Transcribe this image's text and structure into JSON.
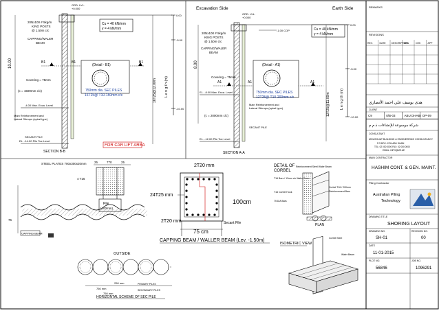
{
  "section_b": {
    "grd_lvl": "GRD. LVL.",
    "grd_val": "+0.000",
    "bars_label": "20Nx100 # 5kg/m",
    "king_posts": "KING POSTS",
    "king_spacing": "@ 1.50m c/c",
    "capping_beam": "CAPPING/WALER",
    "capping_beam2": "BEAM",
    "depth_left": "10.00",
    "cu": "Cu  =  40 kN/mm",
    "gamma": "γ   =  4 kN/mm",
    "detail_title": "(Detail - B1)",
    "pile_desc1": "750mm dia. SEC PILES",
    "pile_desc2": "16T25@ T10-150mm c/c",
    "covering": "Covering = 75mm",
    "spacing": "(c = 1500mm c/c)",
    "b1_left": "B1",
    "b1_mid": "B1",
    "b1_right": "B1",
    "max_exc": "-4.00  Max. Exca. Level",
    "main_reinf": "Main Reinforcement and",
    "lateral_stirrups": "Lateral Stirrups (spiral type)",
    "secant": "SECANT PILE",
    "pile_toe": "EL. -14.00  Pile Toe Level",
    "title": "SECTION B-B",
    "car_lift": "FOR CAR LIFT AREA",
    "len_label": "L e n g t h  (m)",
    "scale_top": "0.00",
    "scale_mid": "-5.00",
    "scale_bot": "-10.00",
    "len_val": "16T25@12.00m"
  },
  "section_a": {
    "exc_side": "Excavation Side",
    "earth_side": "Earth Side",
    "grd_lvl": "GRD. LVL.",
    "grd_val": "+0.000",
    "bars_label": "20Nx100 # 5kg/m",
    "king_posts": "KING POSTS",
    "king_spacing": "@ 1.50m c/c",
    "capping_beam": "CAPPING/WALER",
    "capping_beam2": "BEAM",
    "depth_left": "8.00",
    "cut_off": "-1.00 COP",
    "cu": "Cu  =  40 kN/mm",
    "gamma": "γ   =  4 kN/mm",
    "detail_title": "(Detail - A1)",
    "pile_desc1": "750mm dia. SEC PILES",
    "pile_desc2": "12T25@ T10-200mm c/c",
    "covering": "Covering = 75mm",
    "a1_left": "A1",
    "a1_mid": "A1",
    "a1_right": "A1",
    "max_exc": "EL. -8.00  Max. Exca. Level",
    "spacing": "(c = 2000mm c/c)",
    "main_reinf": "Main Reinforcement and",
    "lateral_stirrups": "Lateral Stirrups (spiral type)",
    "secant": "SECANT PILE",
    "pile_toe": "EL. -12.00  Pile Toe Level",
    "title": "SECTION A-A",
    "len_label": "L e n g t h  (m)",
    "scale_top": "0.00",
    "scale_mid": "-5.00",
    "scale_bot": "-10.00",
    "len_val": "12T25@11.00m"
  },
  "king_post": {
    "top_label": "STEEL PLATES 700x300x20mm",
    "dim_a": "25",
    "dim_b": "770",
    "dim_c": "25",
    "bars": "4 T16",
    "pile_lbl1": "Pile",
    "pile_lbl2": "(400mm)",
    "cap_note": "CAPPING BEAM",
    "dim_76": "76"
  },
  "capping": {
    "top_dim": "2T20 mm",
    "side_dim": "24T25 mm",
    "bot_dim": "2T20 mm",
    "height": "100cm",
    "width": "75 cm",
    "secant": "Secant Pile",
    "title": "CAPPING BEAM / WALLER BEAM (Lev. -1.50m)"
  },
  "corbel": {
    "title1": "DETAIL OF",
    "title2": "CORBEL",
    "note1": "Reinforcement Steel Waler Beam",
    "note2": "T16 Bars / 12mm c/c Waler Beam",
    "note3": "T16 Corbel Hook",
    "note4": "75 DIA  Bars",
    "note5": "Corbel T16 / 200mm",
    "note6": "Reinforcement Bars",
    "plan": "PLAN"
  },
  "iso": {
    "title": "ISOMETRIC VIEW",
    "note1": "Corbel Steel",
    "note2": "Waler Beam"
  },
  "outside": {
    "title": "OUTSIDE",
    "dim1": "750 mm",
    "dim2": "250 mm",
    "dim3": "750 mm",
    "caption": "HORIZONTAL SCHEME OF SEC PILE",
    "note1": "PRIMARY PILES",
    "note2": "SECONDARY PILES"
  },
  "title_block": {
    "remarks": "REMARKS",
    "revisions": "REVISIONS",
    "table_headers": [
      "REV.",
      "DATE",
      "DESCRIPTION",
      "DRN",
      "CHK",
      "APP"
    ],
    "arabic1": "هدى يوسف علي احمد الأنصاري",
    "client_label": "CLIENT",
    "codes": [
      "C9",
      "0/B-03",
      "ABU DHABI",
      "OP-09"
    ],
    "arabic2": "شركة موسوعة للإنشاءات ذ.م.م",
    "consultant": "CONSULTANT",
    "consultant_name": "MOUSOUAT BUILDING & ENGINEERING CONSULTANCY",
    "consultant_addr1": "P.O.BOX: 1234 ABU DHABI",
    "consultant_addr2": "TEL: 02 000 0000  FAX: 02 000 0000",
    "consultant_addr3": "EMAIL: INFO@ME.AE",
    "main_contractor": "MAIN CONTRACTOR",
    "contractor_name": "HASHIM CONT. & GEN. MAINT.",
    "piling": "Piling Contractor",
    "piling_name1": "Australian Piling",
    "piling_name2": "Technology",
    "drawing_title_label": "DRAWING TITLE",
    "drawing_title": "SHORING LAYOUT",
    "drawing_no_label": "DRAWING NO.",
    "drawing_no": "SH-01",
    "rev_label": "REVISION NO.",
    "rev": "00",
    "date_label": "DATE",
    "date": "11-01-2015",
    "plot_label": "PLOT NO.",
    "plot": "56846",
    "job_label": "JOB NO.",
    "job": "1096291"
  }
}
